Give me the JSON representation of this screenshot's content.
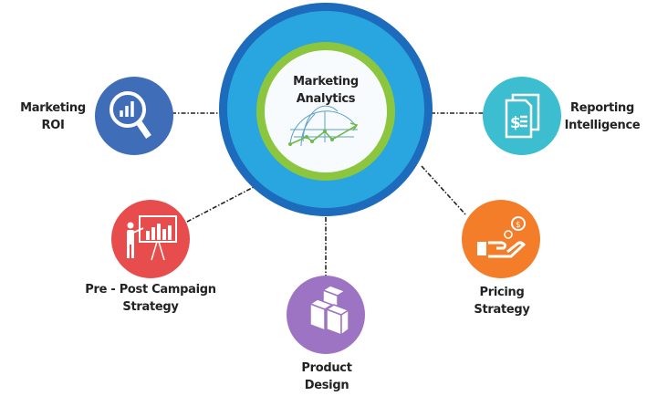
{
  "center": {
    "line1": "Marketing",
    "line2": "Analytics",
    "icon": "globe-growth-chart-icon"
  },
  "nodes": [
    {
      "id": "marketing-roi",
      "line1": "Marketing",
      "line2": "ROI",
      "icon": "magnifier-chart-icon",
      "color": "#3f6db8"
    },
    {
      "id": "reporting-intelligence",
      "line1": "Reporting",
      "line2": "Intelligence",
      "icon": "dollar-documents-icon",
      "color": "#3cbdd0"
    },
    {
      "id": "pre-post-campaign-strategy",
      "line1": "Pre - Post Campaign",
      "line2": "Strategy",
      "icon": "presenter-chart-icon",
      "color": "#e84d4d"
    },
    {
      "id": "product-design",
      "line1": "Product",
      "line2": "Design",
      "icon": "boxes-icon",
      "color": "#9d74c4"
    },
    {
      "id": "pricing-strategy",
      "line1": "Pricing",
      "line2": "Strategy",
      "icon": "hand-coins-icon",
      "color": "#f47d2a"
    }
  ],
  "colors": {
    "outer_ring": "#1c6bbd",
    "outer_fill": "#29a6df",
    "inner_ring": "#8cc63f",
    "inner_fill": "#ffffff"
  }
}
